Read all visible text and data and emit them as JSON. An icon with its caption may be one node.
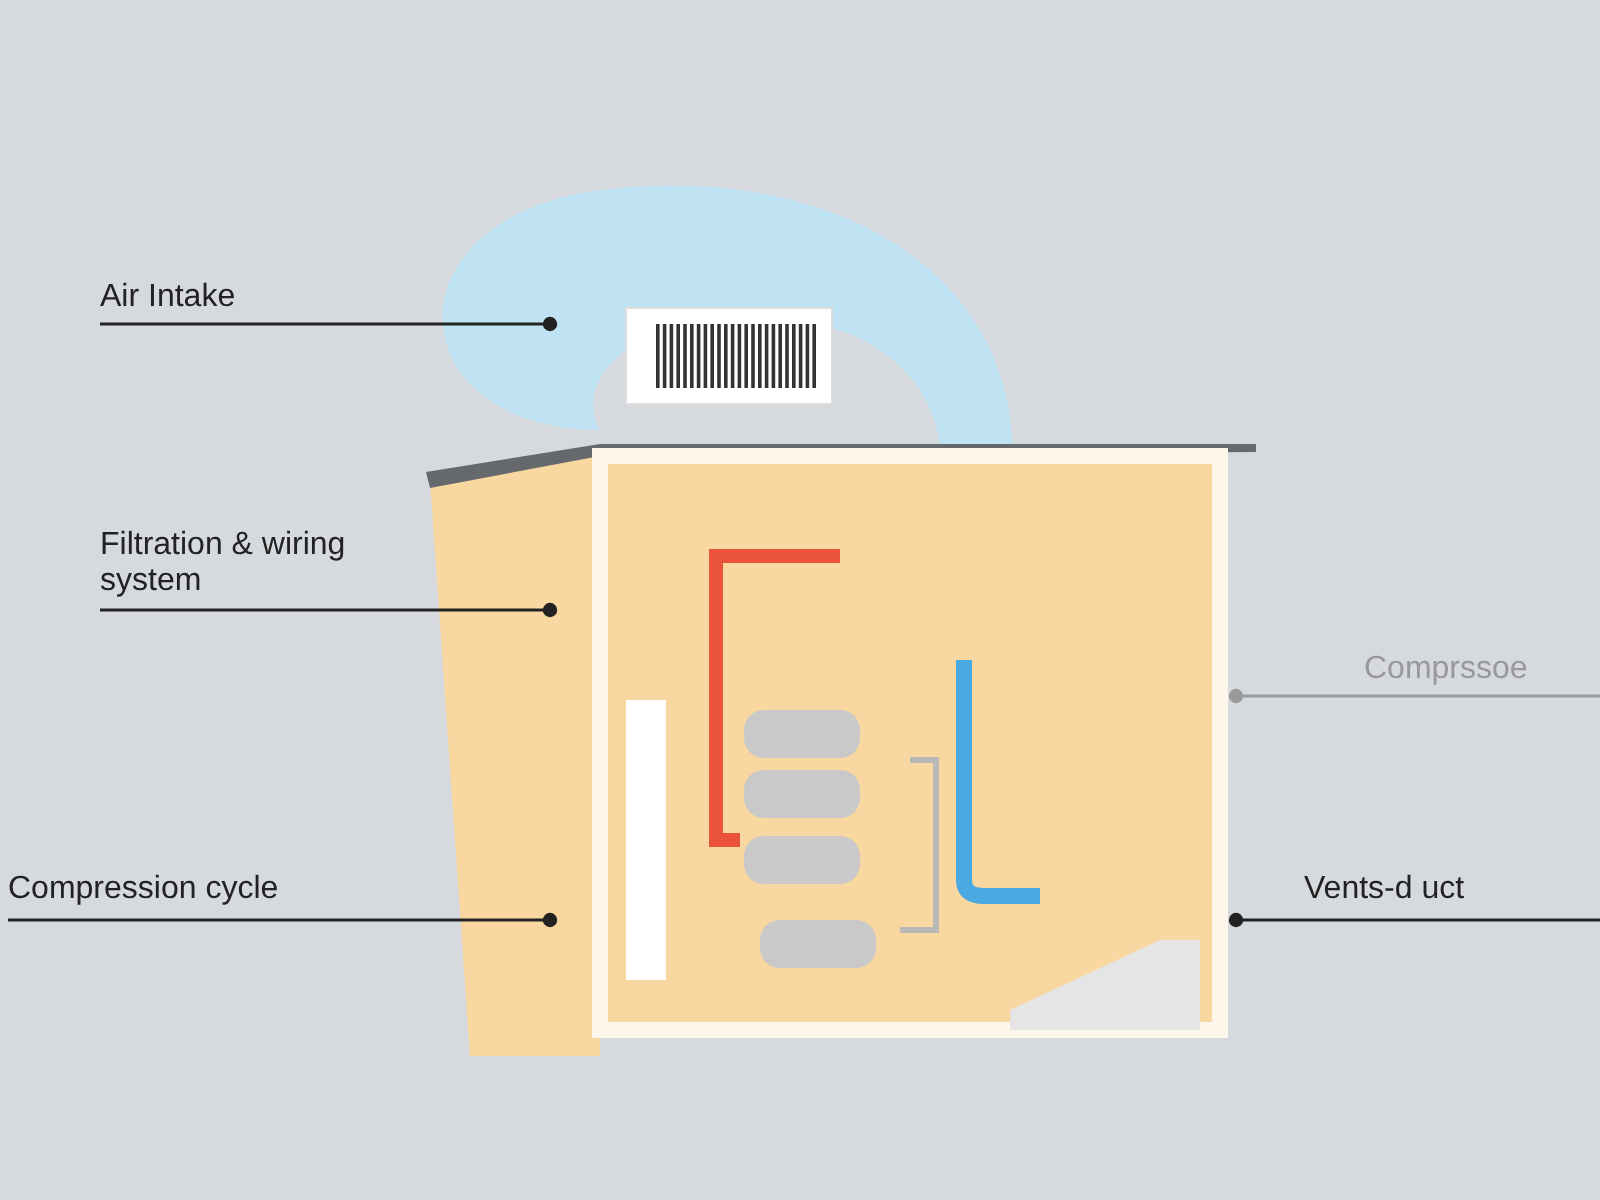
{
  "diagram": {
    "nodes": [
      {
        "text": [
          "Air Intake"
        ]
      },
      {
        "text": [
          "Filtration & wiring system"
        ]
      },
      {
        "text": [
          "Compression cycle"
        ]
      },
      {
        "text": [
          "Comprssoe"
        ]
      },
      {
        "text": [
          "Vents-d uct"
        ]
      }
    ],
    "edges": [
      {
        "from": 0,
        "to": null,
        "arrow": "other"
      },
      {
        "from": 1,
        "to": null,
        "arrow": "other"
      },
      {
        "from": 2,
        "to": null,
        "arrow": "other"
      },
      {
        "from": 3,
        "to": null,
        "arrow": "other",
        "color": "#9a9a9a"
      },
      {
        "from": 4,
        "to": null,
        "arrow": "other"
      }
    ]
  }
}
